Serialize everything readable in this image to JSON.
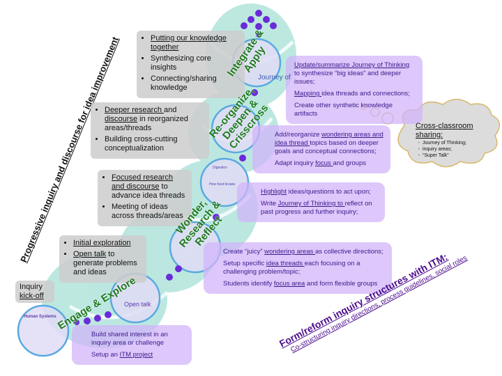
{
  "side_label": "Progressive inquiry and discourse for idea improvement",
  "phases": [
    {
      "label_lines": [
        "Integrate &",
        "Apply"
      ]
    },
    {
      "label_lines": [
        "Re-organize,",
        "Deepen &",
        "Crisscross"
      ]
    },
    {
      "label_lines": [
        "Wonder,",
        "Research &",
        "Reflect"
      ]
    },
    {
      "label_lines": [
        "Engage & Explore"
      ]
    }
  ],
  "gray_boxes": {
    "integrate": [
      {
        "u": "Putting our knowledge together",
        "t": ""
      },
      {
        "u": "",
        "t": "Synthesizing core insights"
      },
      {
        "u": "",
        "t": "Connecting/sharing knowledge"
      }
    ],
    "reorganize": [
      {
        "u1": "Deeper research ",
        "t1": "and ",
        "u2": "discourse",
        "t2": " in reorganized areas/threads"
      },
      {
        "t": "Building cross-cutting conceptualization"
      }
    ],
    "wonder": [
      {
        "u": "Focused research and discourse",
        "t": " to advance idea threads"
      },
      {
        "t": "Meeting of ideas across threads/areas"
      }
    ],
    "engage": [
      {
        "u": "Initial exploration",
        "t": ""
      },
      {
        "u": "Open talk",
        "t": " to generate problems and ideas"
      }
    ],
    "kickoff": {
      "t": "Inquiry",
      "u": "kick-off"
    }
  },
  "purple_boxes": {
    "integrate": {
      "l1u": "Update/summarize Journey of Thinking ",
      "l1t": "to synthesize “big ideas” and deeper issues;",
      "l2u": "Mapping ",
      "l2t": "idea threads and connections;",
      "l3": "Create other synthetic knowledge artifacts"
    },
    "reorganize": {
      "l1a": "Add/reorganize ",
      "l1u": "wondering areas and idea thread ",
      "l1b": "topics based on deeper goals and conceptual connections;",
      "l2a": "Adapt inquiry ",
      "l2u": "focus ",
      "l2b": "and groups"
    },
    "reflect": {
      "l1u": "Highlight",
      "l1b": " ideas/questions to act upon;",
      "l2a": "Write ",
      "l2u": "Journey of Thinking to ",
      "l2b": "reflect on past progress and further inquiry;"
    },
    "wonder": {
      "l1a": "Create “juicy” ",
      "l1u": "wondering areas ",
      "l1b": "as collective directions;",
      "l2a": "Setup specific ",
      "l2u": "idea threads ",
      "l2b": "each focusing on a challenging problem/topic;",
      "l3a": "Students identify ",
      "l3u": "focus area",
      "l3b": " and form flexible groups"
    },
    "engage": {
      "l1": "Build shared interest in an inquiry area or challenge",
      "l2a": "Setup an ",
      "l2u": "ITM project"
    }
  },
  "cloud": {
    "title": "Cross-classroom sharing:",
    "items": [
      "Journey of Thinking;",
      "inquiry areas;",
      "“Super Talk”"
    ]
  },
  "bottom_label": {
    "title": "Form/reform inquiry structures with ITM:",
    "subtitle": "Co-structuring inquiry directions, process guidelines, social roles"
  },
  "thumbnails": {
    "journey": "Journey of",
    "open_talk": "Open talk",
    "human_systems": "Human Systems",
    "digestion": "Digestion",
    "food": "How food breaks"
  },
  "colors": {
    "teal": "#8fd8cc",
    "purple_box": "#d2b4fa",
    "dot": "#6a2bd8",
    "ring": "#5aa9e0",
    "green": "#1e7a1e"
  }
}
